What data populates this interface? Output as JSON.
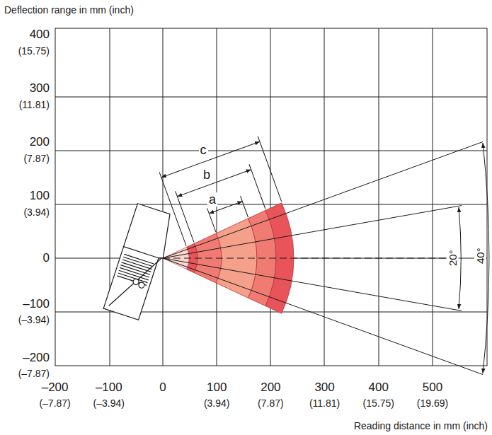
{
  "diagram": {
    "labels": [
      "Deflection range in mm (inch)",
      "400",
      "(15.75)",
      "300",
      "(11.81)",
      "200",
      "(7.87)",
      "100",
      "(3.94)",
      "0",
      "–100",
      "(–3.94)",
      "–200",
      "(–7.87)",
      "–200",
      "(–7.87)",
      "–100",
      "(–3.94)",
      "0",
      "100",
      "(3.94)",
      "200",
      "(7.87)",
      "300",
      "(11.81)",
      "400",
      "(15.75)",
      "500",
      "(19.69)",
      "Reading distance in mm (inch)",
      "c",
      "b",
      "a",
      "20°",
      "40°"
    ]
  }
}
